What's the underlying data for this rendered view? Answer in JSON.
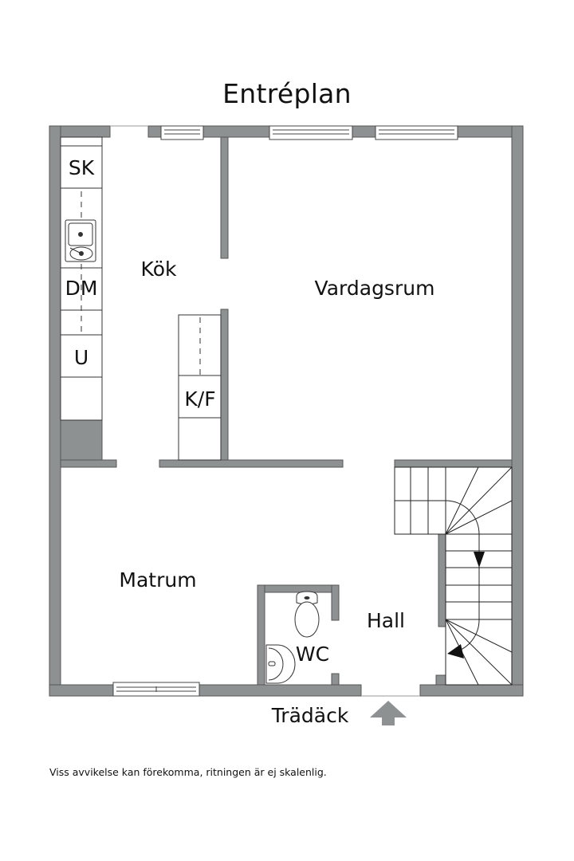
{
  "title": "Entréplan",
  "rooms": {
    "kitchen": "Kök",
    "living_room": "Vardagsrum",
    "dining_room": "Matrum",
    "hall": "Hall",
    "wc": "WC",
    "deck": "Trädäck"
  },
  "appliances": {
    "fridge_freezer_tall": "SK",
    "dishwasher": "DM",
    "oven": "U",
    "fridge_freezer": "K/F"
  },
  "entrance_arrow_icon": "up-arrow",
  "colors": {
    "wall": "#8e9192",
    "wall_outline": "#555555",
    "line": "#222222"
  },
  "disclaimer": "Viss avvikelse kan förekomma, ritningen är ej skalenlig."
}
